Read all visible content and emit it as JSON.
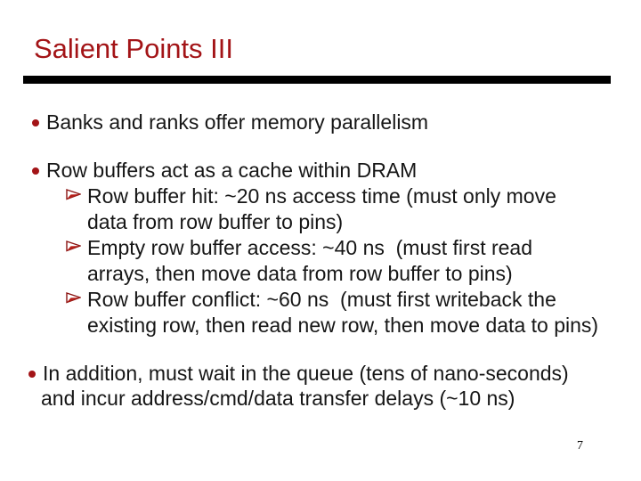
{
  "slide": {
    "title": "Salient Points III",
    "page_number": "7",
    "colors": {
      "accent_red": "#A31417",
      "arrow_fill": "#B6201A",
      "arrow_outline": "#8B1412",
      "body_text": "#161616",
      "rule": "#000000",
      "background": "#FFFFFF"
    },
    "bullets": [
      {
        "level": 1,
        "marker": "dot",
        "lines": [
          "Banks and ranks offer memory parallelism"
        ]
      },
      {
        "level": 1,
        "marker": "dot",
        "lines": [
          "Row buffers act as a cache within DRAM"
        ]
      },
      {
        "level": 2,
        "marker": "arrow",
        "lines": [
          "Row buffer hit: ~20 ns access time (must only move",
          "data from row buffer to pins)"
        ]
      },
      {
        "level": 2,
        "marker": "arrow",
        "lines": [
          "Empty row buffer access: ~40 ns  (must first read",
          "arrays, then move data from row buffer to pins)"
        ]
      },
      {
        "level": 2,
        "marker": "arrow",
        "lines": [
          "Row buffer conflict: ~60 ns  (must first writeback the",
          "existing row, then read new row, then move data to pins)"
        ]
      },
      {
        "level": 1,
        "marker": "dot",
        "lines": [
          "In addition, must wait in the queue (tens of nano-seconds)",
          "and incur address/cmd/data transfer delays (~10 ns)"
        ]
      }
    ]
  }
}
